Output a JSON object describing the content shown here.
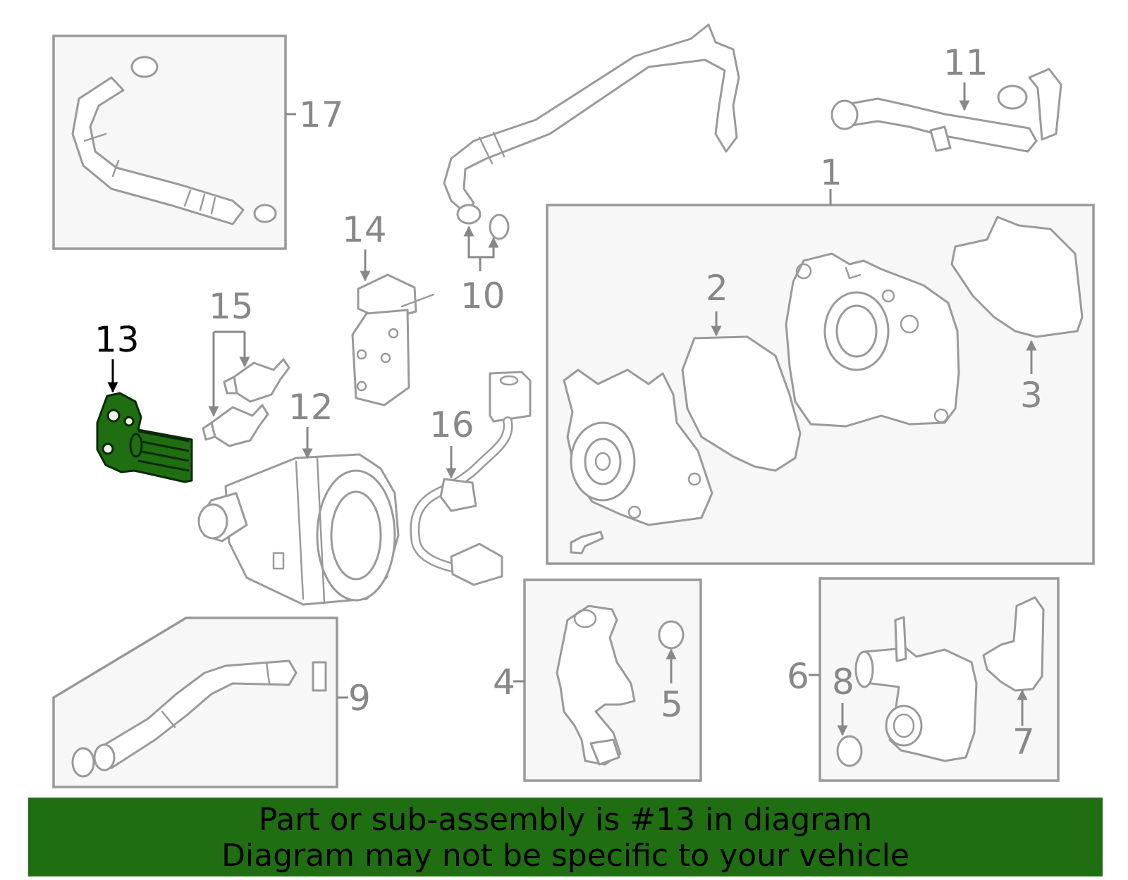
{
  "highlight": {
    "part": "13",
    "color": "#1f6e12",
    "stroke": "#0a2a05"
  },
  "callouts": [
    {
      "id": "1",
      "text": "1"
    },
    {
      "id": "2",
      "text": "2"
    },
    {
      "id": "3",
      "text": "3"
    },
    {
      "id": "4",
      "text": "4"
    },
    {
      "id": "5",
      "text": "5"
    },
    {
      "id": "6",
      "text": "6"
    },
    {
      "id": "7",
      "text": "7"
    },
    {
      "id": "8",
      "text": "8"
    },
    {
      "id": "9",
      "text": "9"
    },
    {
      "id": "10",
      "text": "10"
    },
    {
      "id": "11",
      "text": "11"
    },
    {
      "id": "12",
      "text": "12"
    },
    {
      "id": "13",
      "text": "13"
    },
    {
      "id": "14",
      "text": "14"
    },
    {
      "id": "15",
      "text": "15"
    },
    {
      "id": "16",
      "text": "16"
    },
    {
      "id": "17",
      "text": "17"
    }
  ],
  "banner": {
    "line1": "Part or sub-assembly is #13 in diagram",
    "line2": "Diagram may not be specific to your vehicle",
    "color": "#1f6e12"
  }
}
